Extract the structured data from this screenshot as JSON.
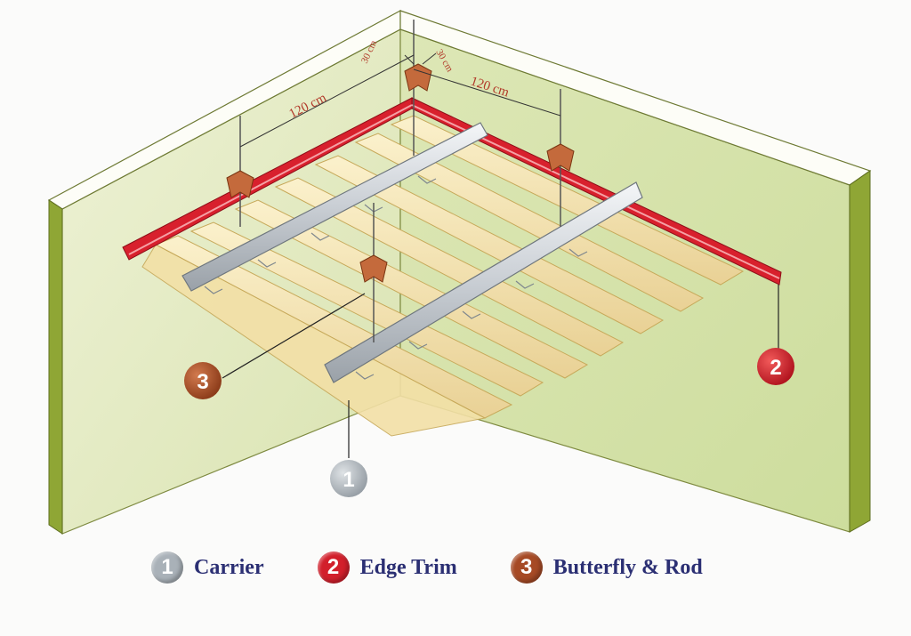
{
  "diagram": {
    "dimensions": {
      "span_left": "120 cm",
      "span_right": "120 cm",
      "offset_left": "30 cm",
      "offset_right": "30 cm"
    },
    "callouts": [
      {
        "number": "1",
        "color": "#a9b1b8"
      },
      {
        "number": "2",
        "color": "#d21f2b"
      },
      {
        "number": "3",
        "color": "#a64a25"
      }
    ]
  },
  "legend": [
    {
      "number": "1",
      "label": "Carrier",
      "color": "#a9b1b8"
    },
    {
      "number": "2",
      "label": "Edge Trim",
      "color": "#d21f2b"
    },
    {
      "number": "3",
      "label": "Butterfly & Rod",
      "color": "#a64a25"
    }
  ]
}
